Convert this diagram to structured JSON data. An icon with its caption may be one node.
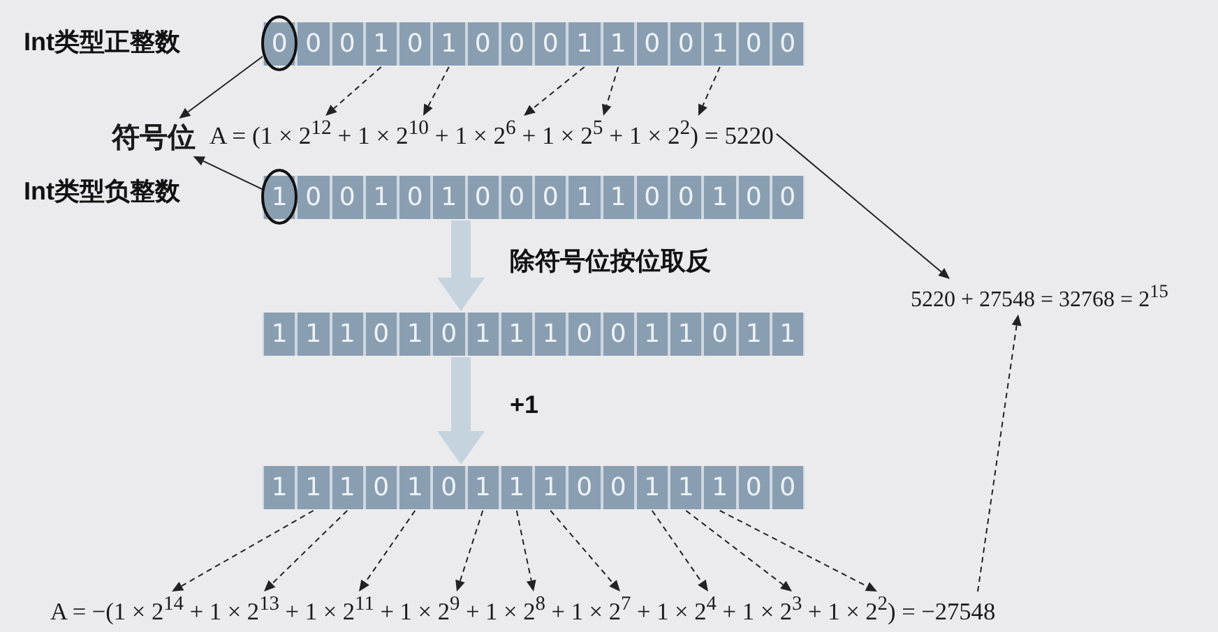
{
  "diagram": {
    "nodes": [
      {
        "text": [],
        "shape": "bar"
      },
      {
        "text": [
          "0"
        ],
        "in": 0
      },
      {
        "text": [
          "0"
        ],
        "in": 0
      },
      {
        "text": [
          "0"
        ],
        "in": 0
      },
      {
        "text": [
          "1"
        ],
        "in": 0
      },
      {
        "text": [
          "0"
        ],
        "in": 0
      },
      {
        "text": [
          "1"
        ],
        "in": 0
      },
      {
        "text": [
          "0"
        ],
        "in": 0
      },
      {
        "text": [
          "0"
        ],
        "in": 0
      },
      {
        "text": [
          "0"
        ],
        "in": 0
      },
      {
        "text": [
          "1"
        ],
        "in": 0
      },
      {
        "text": [
          "1"
        ],
        "in": 0
      },
      {
        "text": [
          "0"
        ],
        "in": 0
      },
      {
        "text": [
          "0"
        ],
        "in": 0
      },
      {
        "text": [
          "1"
        ],
        "in": 0
      },
      {
        "text": [
          "0"
        ],
        "in": 0
      },
      {
        "text": [
          "0"
        ],
        "in": 0
      },
      {
        "text": [
          "符号位"
        ]
      },
      {
        "text": [
          "A = (1 × 2$^{12}$ + 1 × 2$^{10}$ + 1 × 2$^{6}$ + 1 × 2$^{5}$ + 1 × 2$^{2}$) = 5220"
        ]
      },
      {
        "text": [],
        "shape": "bar"
      },
      {
        "text": [
          "1"
        ],
        "in": 19
      },
      {
        "text": [
          "0"
        ],
        "in": 19
      },
      {
        "text": [
          "0"
        ],
        "in": 19
      },
      {
        "text": [
          "1"
        ],
        "in": 19
      },
      {
        "text": [
          "0"
        ],
        "in": 19
      },
      {
        "text": [
          "1"
        ],
        "in": 19
      },
      {
        "text": [
          "0"
        ],
        "in": 19
      },
      {
        "text": [
          "0"
        ],
        "in": 19
      },
      {
        "text": [
          "0"
        ],
        "in": 19
      },
      {
        "text": [
          "1"
        ],
        "in": 19
      },
      {
        "text": [
          "1"
        ],
        "in": 19
      },
      {
        "text": [
          "0"
        ],
        "in": 19
      },
      {
        "text": [
          "0"
        ],
        "in": 19
      },
      {
        "text": [
          "1"
        ],
        "in": 19
      },
      {
        "text": [
          "0"
        ],
        "in": 19
      },
      {
        "text": [
          "0"
        ],
        "in": 19
      },
      {
        "text": [
          "5220 + 27548 = 32768 = 2$^{15}$"
        ]
      },
      {
        "text": [],
        "shape": "bar"
      },
      {
        "text": [
          "1"
        ],
        "in": 37
      },
      {
        "text": [
          "1"
        ],
        "in": 37
      },
      {
        "text": [
          "1"
        ],
        "in": 37
      },
      {
        "text": [
          "0"
        ],
        "in": 37
      },
      {
        "text": [
          "1"
        ],
        "in": 37
      },
      {
        "text": [
          "0"
        ],
        "in": 37
      },
      {
        "text": [
          "1"
        ],
        "in": 37
      },
      {
        "text": [
          "1"
        ],
        "in": 37
      },
      {
        "text": [
          "1"
        ],
        "in": 37
      },
      {
        "text": [
          "0"
        ],
        "in": 37
      },
      {
        "text": [
          "0"
        ],
        "in": 37
      },
      {
        "text": [
          "1"
        ],
        "in": 37
      },
      {
        "text": [
          "1"
        ],
        "in": 37
      },
      {
        "text": [
          "0"
        ],
        "in": 37
      },
      {
        "text": [
          "1"
        ],
        "in": 37
      },
      {
        "text": [
          "1"
        ],
        "in": 37
      },
      {
        "text": [],
        "shape": "bar"
      },
      {
        "text": [
          "1"
        ],
        "in": 54
      },
      {
        "text": [
          "1"
        ],
        "in": 54
      },
      {
        "text": [
          "1"
        ],
        "in": 54
      },
      {
        "text": [
          "0"
        ],
        "in": 54
      },
      {
        "text": [
          "1"
        ],
        "in": 54
      },
      {
        "text": [
          "0"
        ],
        "in": 54
      },
      {
        "text": [
          "1"
        ],
        "in": 54
      },
      {
        "text": [
          "1"
        ],
        "in": 54
      },
      {
        "text": [
          "1"
        ],
        "in": 54
      },
      {
        "text": [
          "0"
        ],
        "in": 54
      },
      {
        "text": [
          "0"
        ],
        "in": 54
      },
      {
        "text": [
          "1"
        ],
        "in": 54
      },
      {
        "text": [
          "1"
        ],
        "in": 54
      },
      {
        "text": [
          "1"
        ],
        "in": 54
      },
      {
        "text": [
          "0"
        ],
        "in": 54
      },
      {
        "text": [
          "0"
        ],
        "in": 54
      },
      {
        "text": [
          "A = −(1 × 2$^{14}$ + 1 × 2$^{13}$ + 1 × 2$^{11}$ + 1 × 2$^{9}$ + 1 × 2$^{8}$ + 1 × 2$^{7}$ + 1 × 2$^{4}$ + 1 × 2$^{3}$ + 1 × 2$^{2}$) = −27548"
        ]
      }
    ],
    "edges": [
      {
        "from": 1,
        "to": 17,
        "arrow": "to"
      },
      {
        "from": 20,
        "to": 17,
        "arrow": "to"
      },
      {
        "from": 4,
        "to": 18,
        "arrow": "to",
        "style": "dashed"
      },
      {
        "from": 6,
        "to": 18,
        "arrow": "to",
        "style": "dashed"
      },
      {
        "from": 10,
        "to": 18,
        "arrow": "to",
        "style": "dashed"
      },
      {
        "from": 11,
        "to": 18,
        "arrow": "to",
        "style": "dashed"
      },
      {
        "from": 14,
        "to": 18,
        "arrow": "to",
        "style": "dashed"
      },
      {
        "from": 18,
        "to": 36,
        "arrow": "to"
      },
      {
        "from": 56,
        "to": 71,
        "arrow": "to",
        "style": "dashed"
      },
      {
        "from": 57,
        "to": 71,
        "arrow": "to",
        "style": "dashed"
      },
      {
        "from": 59,
        "to": 71,
        "arrow": "to",
        "style": "dashed"
      },
      {
        "from": 61,
        "to": 71,
        "arrow": "to",
        "style": "dashed"
      },
      {
        "from": 62,
        "to": 71,
        "arrow": "to",
        "style": "dashed"
      },
      {
        "from": 63,
        "to": 71,
        "arrow": "to",
        "style": "dashed"
      },
      {
        "from": 66,
        "to": 71,
        "arrow": "to",
        "style": "dashed"
      },
      {
        "from": 67,
        "to": 71,
        "arrow": "to",
        "style": "dashed"
      },
      {
        "from": 68,
        "to": 71,
        "arrow": "to",
        "style": "dashed"
      },
      {
        "from": 71,
        "to": 36,
        "arrow": "to",
        "style": "dashed"
      },
      {
        "from": 19,
        "to": 37,
        "arrow": "to",
        "label": "除符号位按位取反",
        "style": "thick",
        "color": "#c5d3df"
      },
      {
        "from": 37,
        "to": 54,
        "arrow": "to",
        "label": "+1",
        "style": "thick",
        "color": "#c5d3df"
      }
    ],
    "labels": [
      "Int类型正整数",
      "Int类型负整数"
    ]
  }
}
